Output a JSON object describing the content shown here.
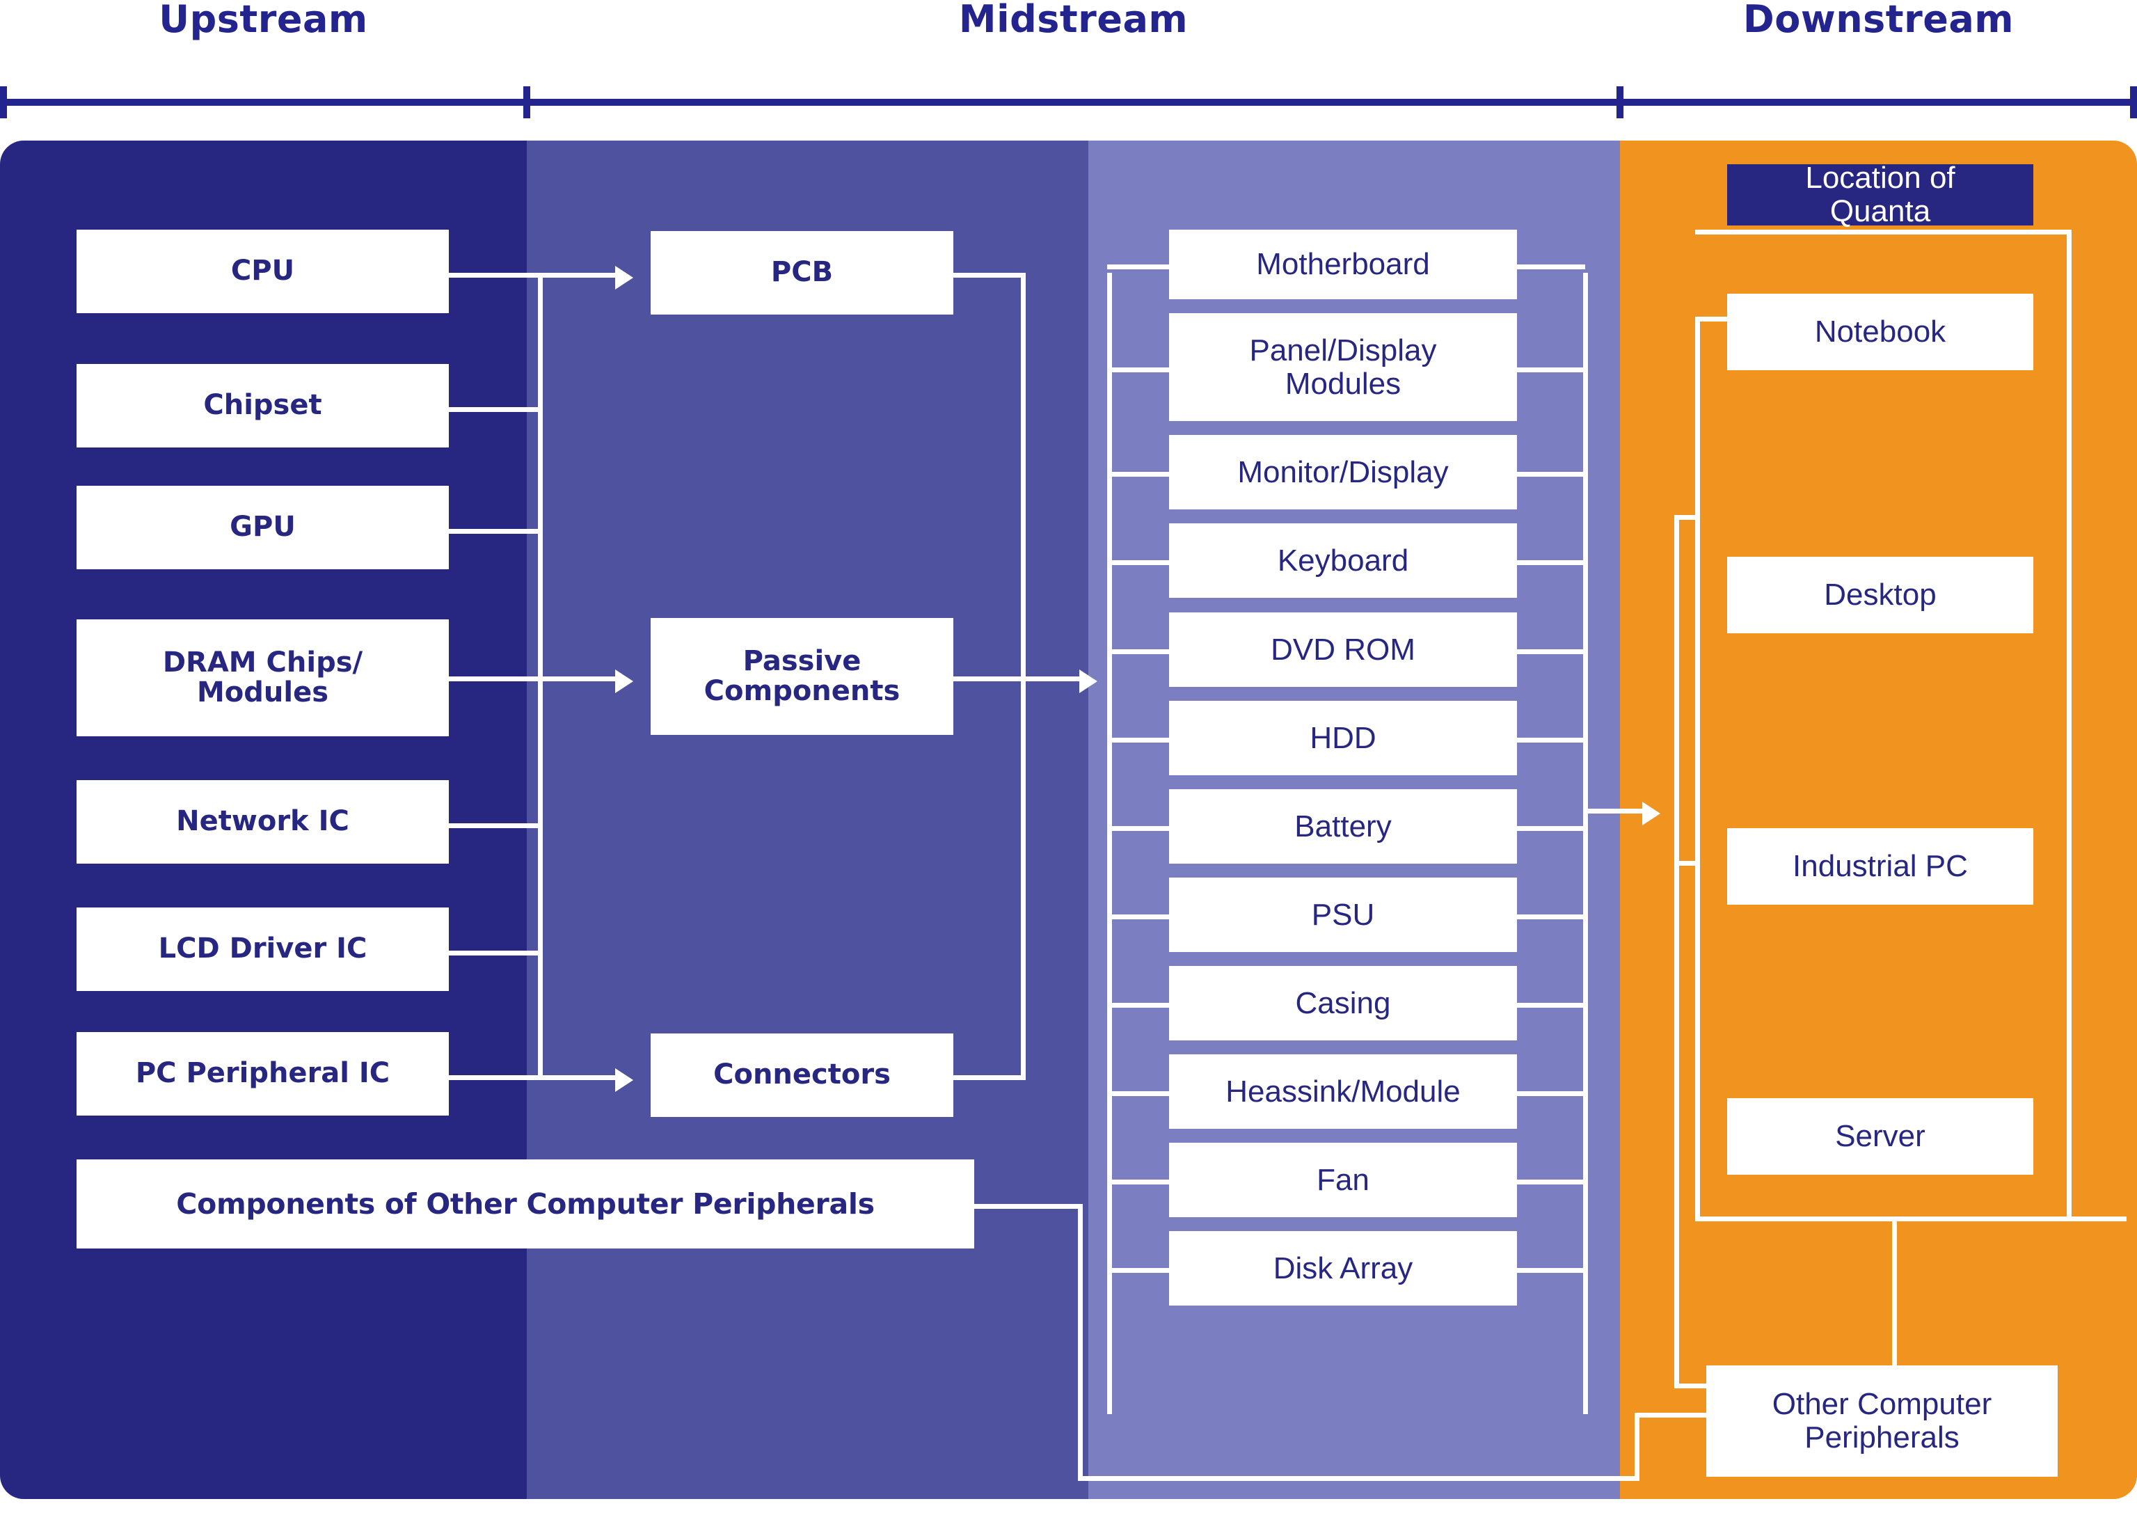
{
  "header": {
    "segments": [
      {
        "label": "Upstream"
      },
      {
        "label": "Midstream"
      },
      {
        "label": "Downstream"
      }
    ]
  },
  "colors": {
    "upstream_band": "#272782",
    "midstream_band_1": "#4F529F",
    "midstream_band_2": "#7B7EC0",
    "downstream_band": "#F0941F",
    "navy_text": "#272782",
    "connector": "#FFFFFF"
  },
  "upstream": {
    "items": [
      {
        "label": "CPU"
      },
      {
        "label": "Chipset"
      },
      {
        "label": "GPU"
      },
      {
        "label": "DRAM Chips/\nModules"
      },
      {
        "label": "Network IC"
      },
      {
        "label": "LCD Driver IC"
      },
      {
        "label": "PC Peripheral IC"
      }
    ],
    "wide_item": {
      "label": "Components of Other Computer Peripherals"
    }
  },
  "midstream_materials": {
    "items": [
      {
        "label": "PCB"
      },
      {
        "label": "Passive\nComponents"
      },
      {
        "label": "Connectors"
      }
    ]
  },
  "midstream_components": {
    "items": [
      {
        "label": "Motherboard"
      },
      {
        "label": "Panel/Display\nModules"
      },
      {
        "label": "Monitor/Display"
      },
      {
        "label": "Keyboard"
      },
      {
        "label": "DVD ROM"
      },
      {
        "label": "HDD"
      },
      {
        "label": "Battery"
      },
      {
        "label": "PSU"
      },
      {
        "label": "Casing"
      },
      {
        "label": "Heassink/Module"
      },
      {
        "label": "Fan"
      },
      {
        "label": "Disk Array"
      }
    ]
  },
  "downstream": {
    "quanta_badge": {
      "label": "Location of\nQuanta"
    },
    "items": [
      {
        "label": "Notebook"
      },
      {
        "label": "Desktop"
      },
      {
        "label": "Industrial PC"
      },
      {
        "label": "Server"
      }
    ],
    "other_item": {
      "label": "Other Computer\nPeripherals"
    }
  }
}
